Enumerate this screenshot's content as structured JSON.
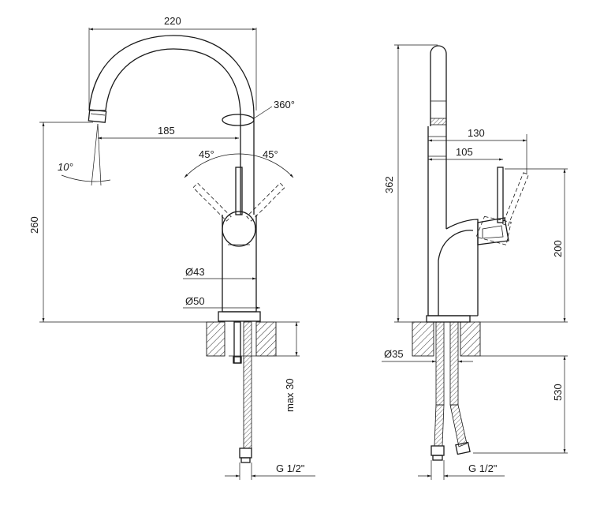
{
  "front_view": {
    "width_overall": "220",
    "spout_reach": "185",
    "height_to_spout": "260",
    "swivel_angle": "360°",
    "lever_angle_left": "45°",
    "lever_angle_right": "45°",
    "outlet_angle": "10°",
    "body_diameter": "Ø43",
    "base_diameter": "Ø50",
    "counter_thickness": "max 30",
    "connection": "G 1/2\""
  },
  "side_view": {
    "height_overall": "362",
    "reach_outer": "130",
    "reach_inner": "105",
    "lever_height": "200",
    "hole_diameter": "Ø35",
    "hose_length": "530",
    "connection": "G 1/2\""
  }
}
